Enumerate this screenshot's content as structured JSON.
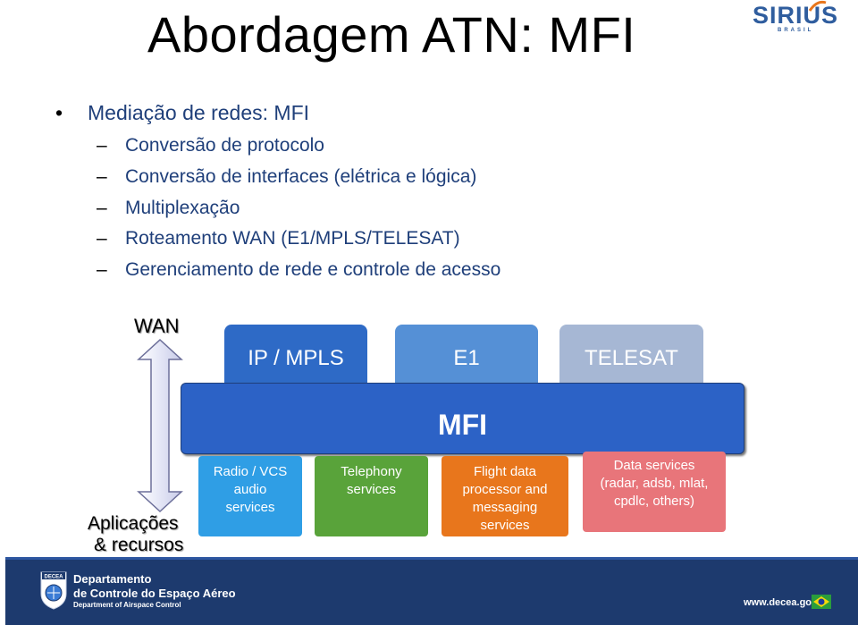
{
  "title": "Abordagem ATN: MFI",
  "logo": {
    "text": "SIRIUS",
    "sub": "BRASIL"
  },
  "bullet": "Mediação de redes: MFI",
  "sub_items": [
    "Conversão de protocolo",
    "Conversão de interfaces (elétrica e lógica)",
    "Multiplexação",
    "Roteamento WAN (E1/MPLS/TELESAT)",
    "Gerenciamento de rede e controle de acesso"
  ],
  "diagram": {
    "wan_label": "WAN",
    "app_label_line1": "Aplicações",
    "app_label_line2": "& recursos",
    "top_boxes": [
      "IP / MPLS",
      "E1",
      "TELESAT"
    ],
    "mfi_label": "MFI",
    "services": {
      "radio": [
        "Radio / VCS",
        "audio",
        "services"
      ],
      "telephony": [
        "Telephony",
        "services"
      ],
      "flight": [
        "Flight data",
        "processor and",
        "messaging",
        "services"
      ],
      "data": [
        "Data services",
        "(radar, adsb, mlat,",
        "cpdlc, others)"
      ]
    },
    "colors": {
      "ipmpls": "#2e6ac6",
      "e1": "#5590d6",
      "telesat": "#a6b7d4",
      "mfi": "#2c62c6",
      "radio": "#2f9ee5",
      "telephony": "#59a33a",
      "flight": "#e8761c",
      "data": "#e8757a"
    }
  },
  "footer": {
    "dept_line1": "Departamento",
    "dept_line2": "de Controle do Espaço Aéreo",
    "dept_line3": "Department of Airspace Control",
    "emblem_text": "DECEA",
    "url": "www.decea.gov.br"
  }
}
